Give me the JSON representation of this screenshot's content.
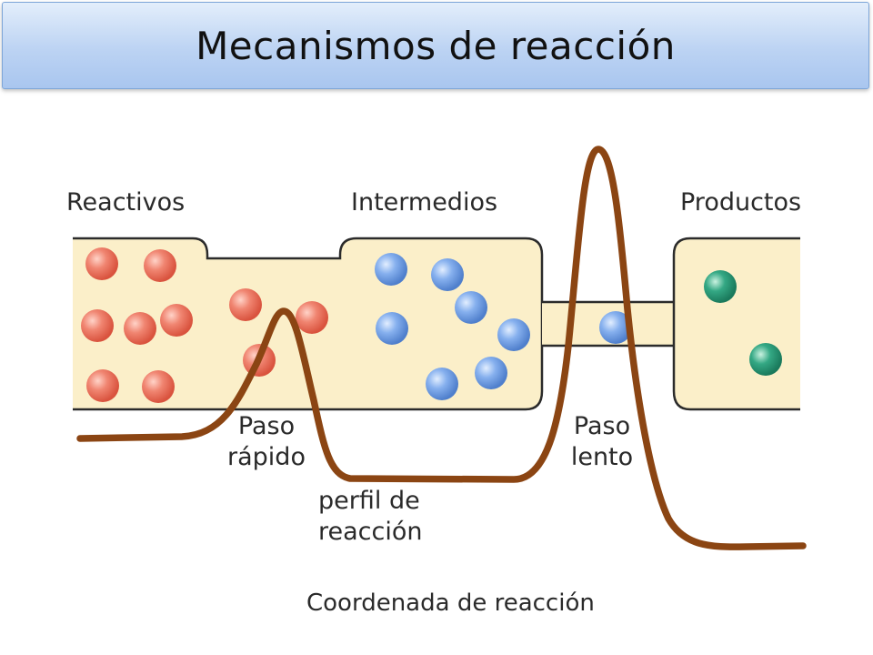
{
  "title": "Mecanismos de reacción",
  "labels": {
    "reactants": "Reactivos",
    "intermediates": "Intermedios",
    "products": "Productos",
    "fast_step_line1": "Paso",
    "fast_step_line2": "rápido",
    "slow_step_line1": "Paso",
    "slow_step_line2": "lento",
    "profile_line1": "perfil de",
    "profile_line2": "reacción",
    "axis": "Coordenada de reacción"
  },
  "colors": {
    "chamber_fill": "#fbefc9",
    "chamber_stroke": "#2b2b2b",
    "profile_curve": "#8b4513",
    "reactant_ball": "#ee7b6a",
    "intermediate_ball": "#7aa8e8",
    "product_ball": "#2b9e7c"
  }
}
